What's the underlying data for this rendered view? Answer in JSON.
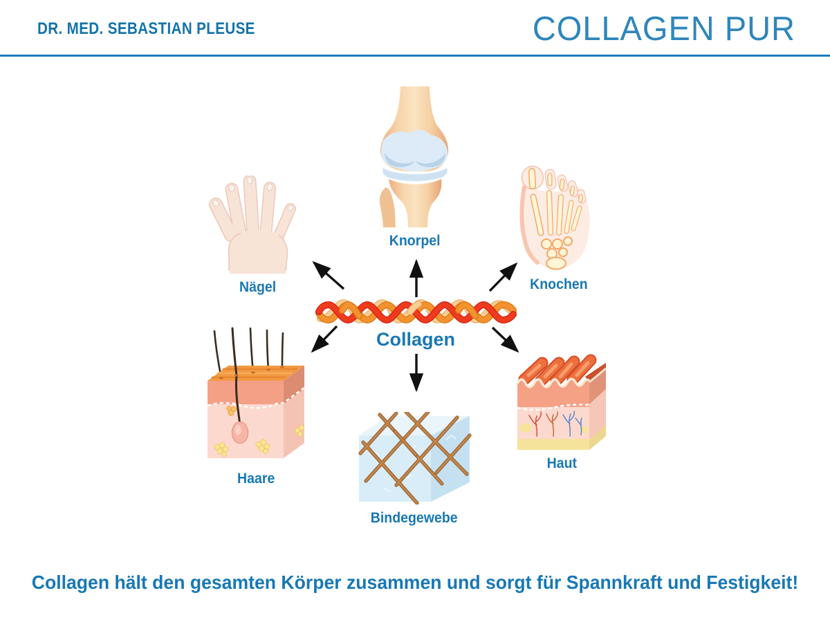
{
  "page": {
    "background": "#ffffff",
    "accent_blue": "#1878b4",
    "rule_color": "#1b7cba",
    "arrow_color": "#111111"
  },
  "header": {
    "doctor_name": "DR. MED. SEBASTIAN PLEUSE",
    "brand": "COLLAGEN PUR"
  },
  "diagram": {
    "center_label": "Collagen",
    "fiber_colors": {
      "red": "#ee3b1e",
      "orange": "#f3922e",
      "cream": "#f9ce96"
    },
    "nodes": [
      {
        "id": "knorpel",
        "label": "Knorpel",
        "icon": "knee-joint-icon"
      },
      {
        "id": "naegel",
        "label": "Nägel",
        "icon": "hand-nails-icon"
      },
      {
        "id": "knochen",
        "label": "Knochen",
        "icon": "foot-bones-icon"
      },
      {
        "id": "haare",
        "label": "Haare",
        "icon": "hair-follicle-icon"
      },
      {
        "id": "bindegewebe",
        "label": "Bindegewebe",
        "icon": "connective-tissue-icon"
      },
      {
        "id": "haut",
        "label": "Haut",
        "icon": "skin-cross-section-icon"
      }
    ]
  },
  "footer": {
    "tagline": "Collagen hält den gesamten Körper zusammen und sorgt für Spannkraft und Festigkeit!"
  }
}
